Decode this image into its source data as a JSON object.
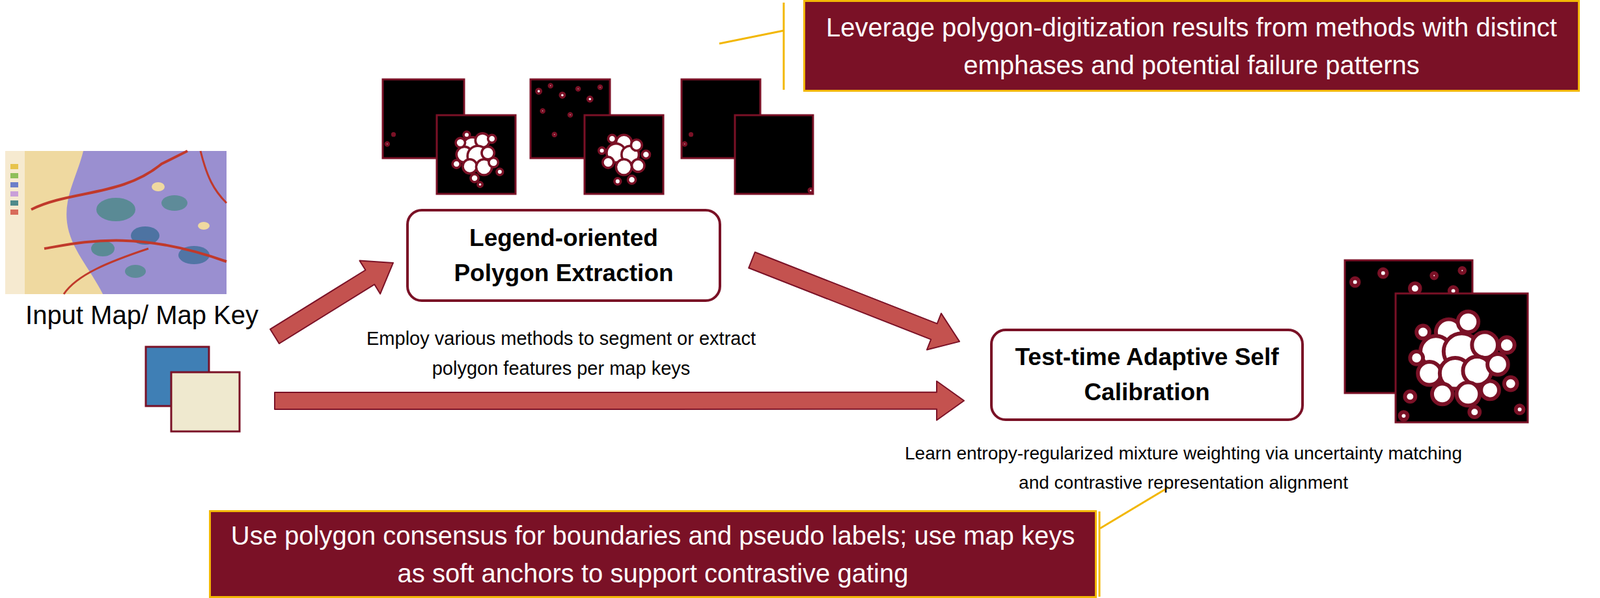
{
  "diagram": {
    "nodes": [
      {
        "text": [
          "Leverage polygon-digitization results from methods with distinct emphases and potential failure patterns"
        ]
      },
      {
        "text": [
          "Input Map/ Map Key"
        ]
      },
      {
        "text": [
          "Legend-oriented Polygon Extraction"
        ]
      },
      {
        "text": [
          "Test-time Adaptive Self Calibration"
        ]
      },
      {
        "text": [
          "Use polygon consensus for boundaries and pseudo labels; use map keys as soft anchors to support contrastive gating"
        ]
      }
    ],
    "edges": [
      {
        "from": 1,
        "to": 2,
        "arrow": "to"
      },
      {
        "from": 2,
        "to": 3,
        "arrow": "to"
      },
      {
        "from": 1,
        "to": 3,
        "arrow": "to"
      }
    ],
    "labels": [
      "Employ various methods to segment or extract polygon features per map keys",
      "Learn entropy-regularized mixture weighting via uncertainty matching and contrastive representation alignment"
    ]
  }
}
